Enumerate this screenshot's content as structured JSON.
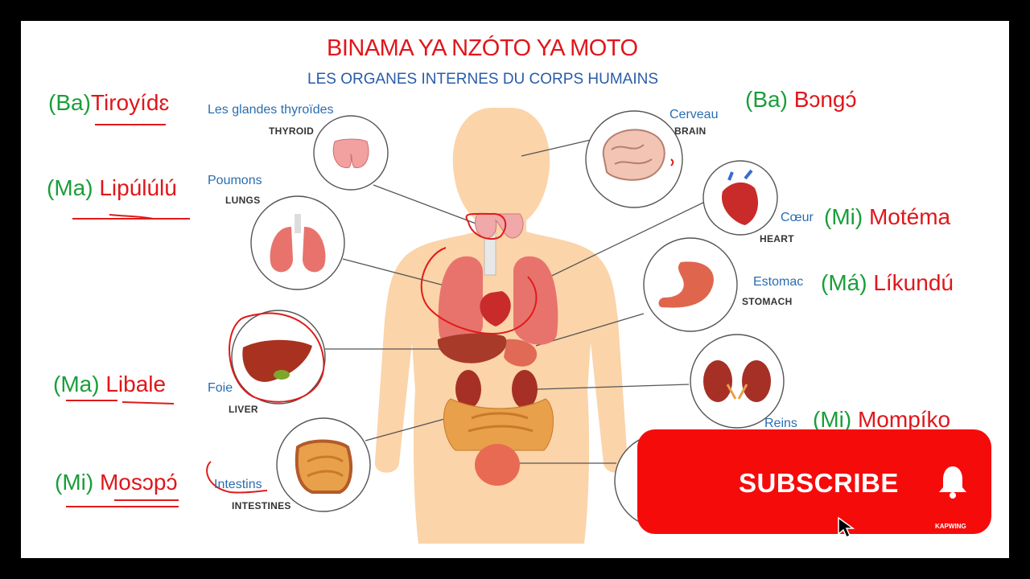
{
  "title": "BINAMA YA  NZÓTO YA MOTO",
  "subtitle": "LES ORGANES INTERNES DU CORPS HUMAINS",
  "organs": {
    "thyroid": {
      "fr": "Les glandes thyroïdes",
      "en": "THYROID",
      "prefix": "(Ba)",
      "lingala": "Tiroyídɛ"
    },
    "lungs": {
      "fr": "Poumons",
      "en": "LUNGS",
      "prefix": "(Ma) ",
      "lingala": "Lipúlúlú"
    },
    "liver": {
      "fr": "Foie",
      "en": "LIVER",
      "prefix": "(Ma) ",
      "lingala": "Libale"
    },
    "intestines": {
      "fr": "Intestins",
      "en": "INTESTINES",
      "prefix": "(Mi) ",
      "lingala": "Mosɔpɔ́"
    },
    "brain": {
      "fr": "Cerveau",
      "en": "BRAIN",
      "prefix": "(Ba) ",
      "lingala": "Bɔngɔ́"
    },
    "heart": {
      "fr": "Cœur",
      "en": "HEART",
      "prefix": "(Mi) ",
      "lingala": "Motéma"
    },
    "stomach": {
      "fr": "Estomac",
      "en": "STOMACH",
      "prefix": "(Má) ",
      "lingala": "Líkundú"
    },
    "kidneys": {
      "fr": "Reins",
      "prefix": "(Mi) ",
      "lingala": "Mompíko"
    }
  },
  "subscribe": {
    "label": "SUBSCRIBE",
    "watermark": "KAPWING"
  },
  "colors": {
    "lingala_prefix": "#1a9e3a",
    "lingala_word": "#e0161b",
    "french": "#2a6db0",
    "title": "#e0161b",
    "subscribe_bg": "#f60b0b"
  }
}
